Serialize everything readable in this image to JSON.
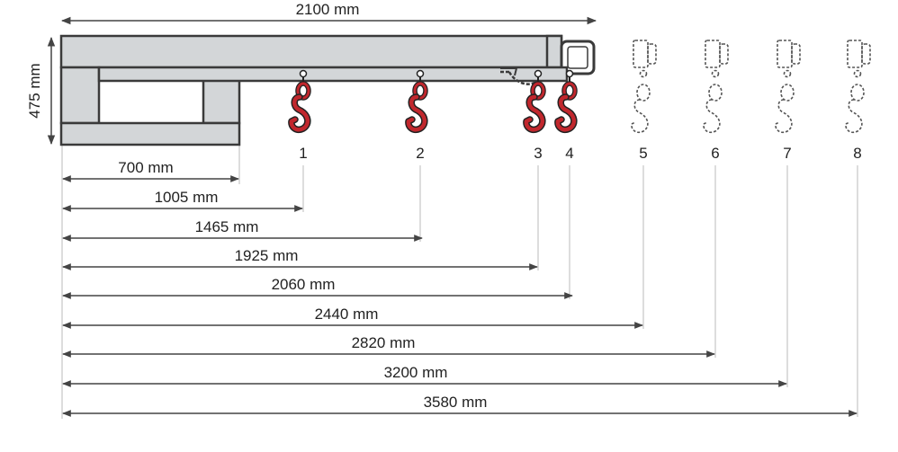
{
  "colors": {
    "beam_fill": "#d3d6d8",
    "beam_stroke": "#3a3a3a",
    "hook_red": "#c1272d",
    "hook_outline": "#222222",
    "ghost_stroke": "#555555",
    "dim_line": "#444444",
    "guide_line": "#bbbbbb"
  },
  "top_dimension": {
    "label": "2100 mm"
  },
  "side_dimension": {
    "label": "475 mm"
  },
  "hooks": [
    {
      "number": "1",
      "style": "solid"
    },
    {
      "number": "2",
      "style": "solid"
    },
    {
      "number": "3",
      "style": "solid"
    },
    {
      "number": "4",
      "style": "solid"
    },
    {
      "number": "5",
      "style": "dashed"
    },
    {
      "number": "6",
      "style": "dashed"
    },
    {
      "number": "7",
      "style": "dashed"
    },
    {
      "number": "8",
      "style": "dashed"
    }
  ],
  "dimensions": [
    {
      "label": "700 mm"
    },
    {
      "label": "1005 mm"
    },
    {
      "label": "1465 mm"
    },
    {
      "label": "1925 mm"
    },
    {
      "label": "2060 mm"
    },
    {
      "label": "2440 mm"
    },
    {
      "label": "2820 mm"
    },
    {
      "label": "3200 mm"
    },
    {
      "label": "3580 mm"
    }
  ]
}
